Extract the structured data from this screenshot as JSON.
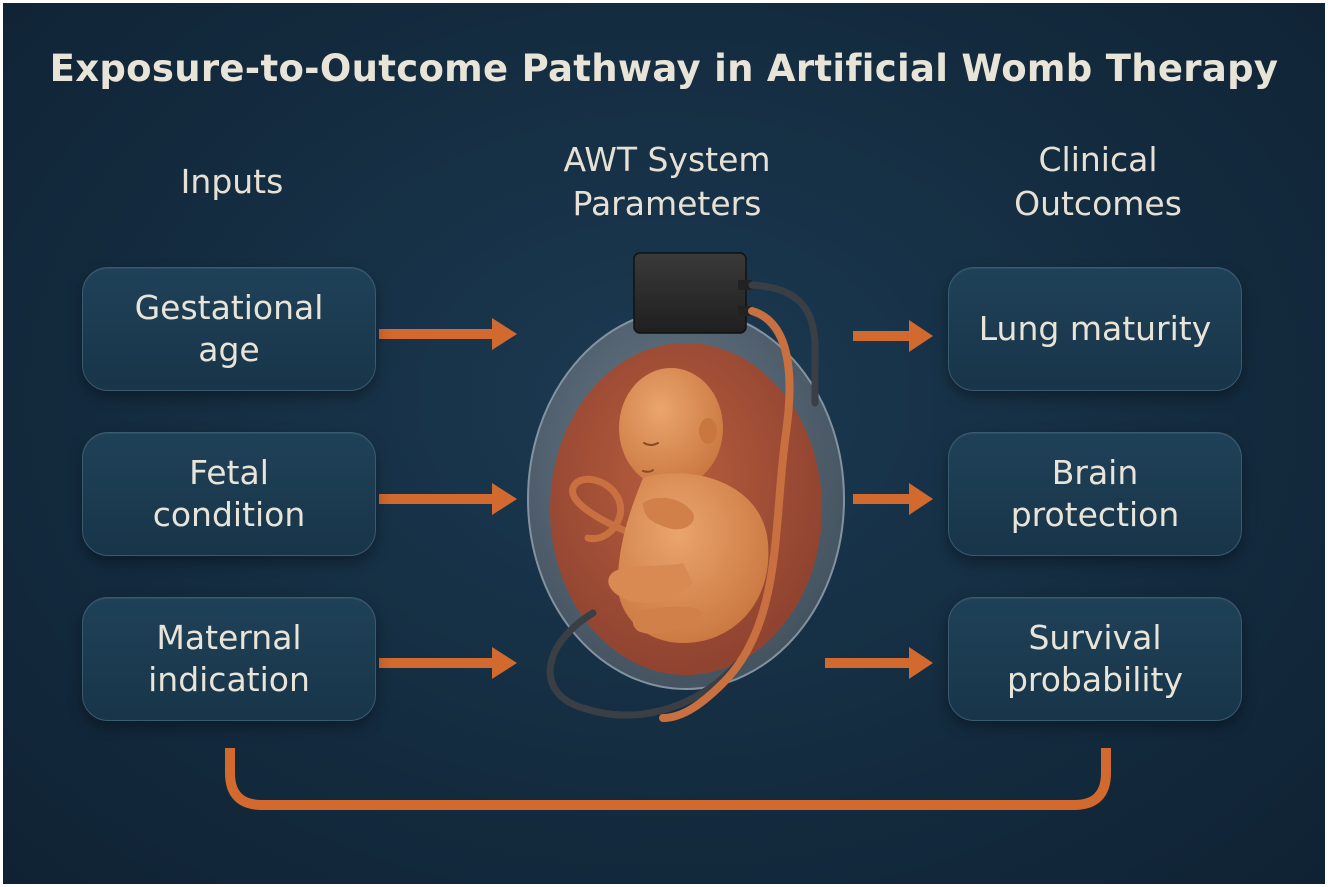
{
  "title": "Exposure-to-Outcome Pathway in Artificial Womb Therapy",
  "columns": {
    "inputs": "Inputs",
    "system": "AWT System\nParameters",
    "outcomes": "Clinical\nOutcomes"
  },
  "inputs": [
    {
      "label": "Gestational\nage"
    },
    {
      "label": "Fetal\ncondition"
    },
    {
      "label": "Maternal\nindication"
    }
  ],
  "outcomes": [
    {
      "label": "Lung maturity"
    },
    {
      "label": "Brain\nprotection"
    },
    {
      "label": "Survival\nprobability"
    }
  ],
  "colors": {
    "background": "#142c40",
    "box_fill": "#1c3c52",
    "box_border": "#3a5a70",
    "text": "#e9e4d8",
    "arrow": "#d2692f",
    "fetus": "#d98c55",
    "womb": "#a9533a",
    "bag": "#5e6e7c",
    "device": "#2b2b2b"
  },
  "icons": [
    "artificial-womb-illustration",
    "fetus-icon",
    "monitor-device-icon"
  ]
}
